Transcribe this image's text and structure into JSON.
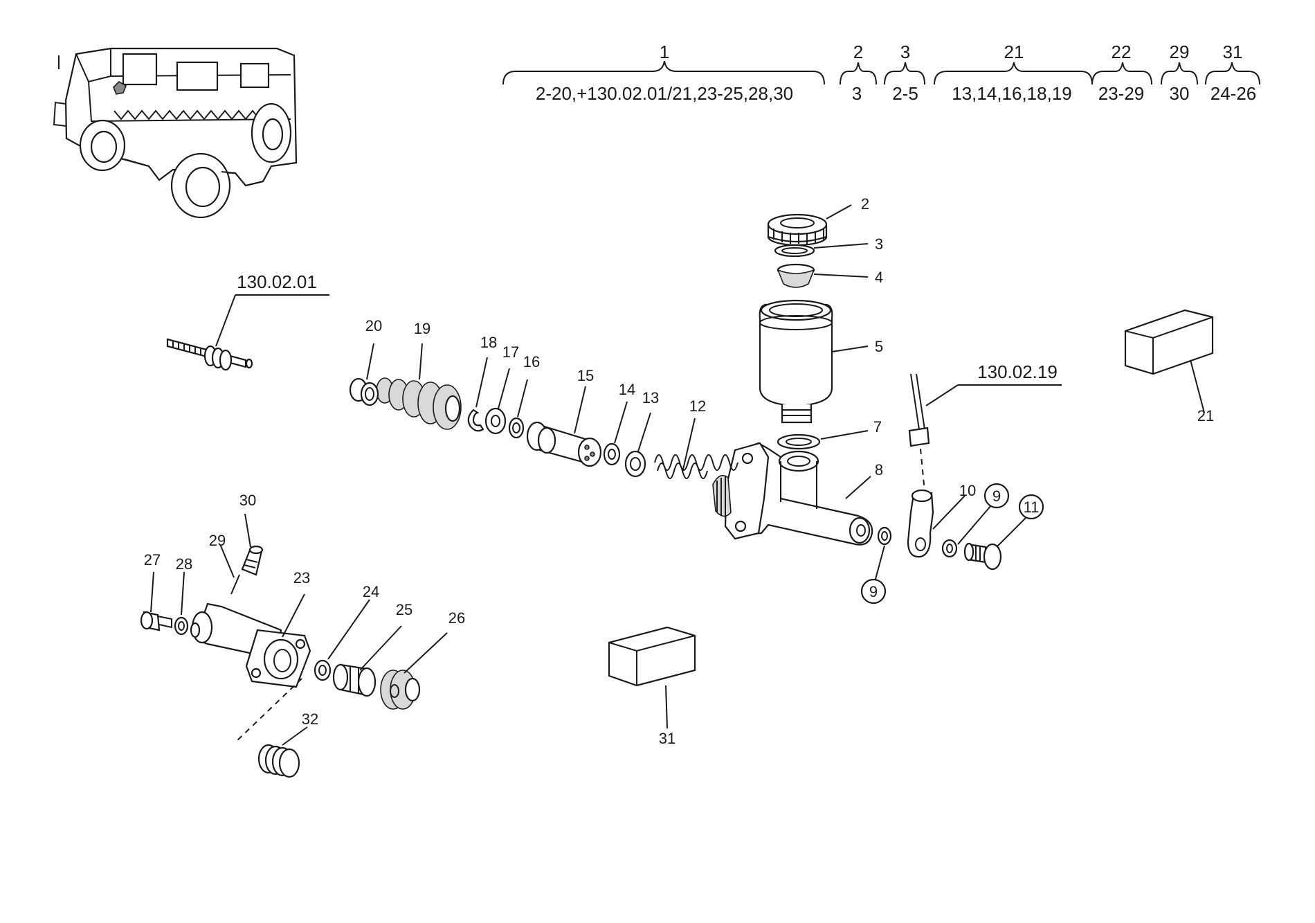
{
  "header": {
    "groups": [
      {
        "top": "1",
        "bottom": "2-20,+130.02.01/21,23-25,28,30"
      },
      {
        "top": "2",
        "bottom": "3"
      },
      {
        "top": "3",
        "bottom": "2-5"
      },
      {
        "top": "21",
        "bottom": "13,14,16,18,19"
      },
      {
        "top": "22",
        "bottom": "23-29"
      },
      {
        "top": "29",
        "bottom": "30"
      },
      {
        "top": "31",
        "bottom": "24-26"
      }
    ]
  },
  "references": {
    "ref_a": "130.02.01",
    "ref_b": "130.02.19"
  },
  "callouts": {
    "n2": "2",
    "n3": "3",
    "n4": "4",
    "n5": "5",
    "n7": "7",
    "n8": "8",
    "n9a": "9",
    "n9b": "9",
    "n10": "10",
    "n11": "11",
    "n12": "12",
    "n13": "13",
    "n14": "14",
    "n15": "15",
    "n16": "16",
    "n17": "17",
    "n18": "18",
    "n19": "19",
    "n20": "20",
    "n21": "21",
    "n23": "23",
    "n24": "24",
    "n25": "25",
    "n26": "26",
    "n27": "27",
    "n28": "28",
    "n29": "29",
    "n30": "30",
    "n31": "31",
    "n32": "32"
  }
}
